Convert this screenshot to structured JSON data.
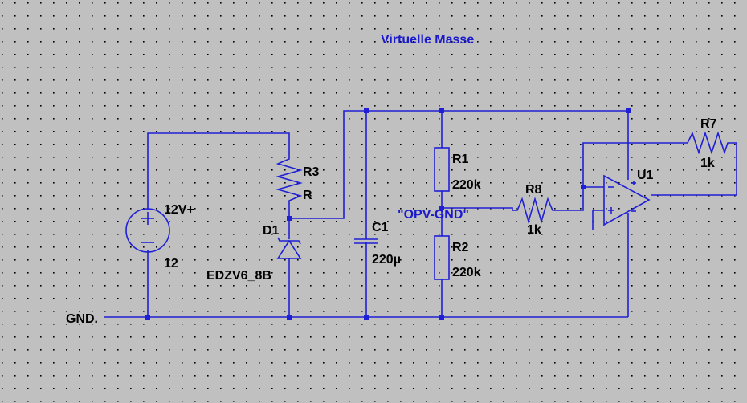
{
  "title": "Virtuelle Masse",
  "net_labels": {
    "opv_gnd": "\"OPV-GND\"",
    "gnd": "GND."
  },
  "components": {
    "source": {
      "name": "12V+",
      "value": "12"
    },
    "r3": {
      "name": "R3",
      "value": "R"
    },
    "d1": {
      "name": "D1",
      "value": "EDZV6_8B"
    },
    "c1": {
      "name": "C1",
      "value": "220µ"
    },
    "r1": {
      "name": "R1",
      "value": "220k"
    },
    "r2": {
      "name": "R2",
      "value": "220k"
    },
    "r8": {
      "name": "R8",
      "value": "1k"
    },
    "u1": {
      "name": "U1"
    },
    "r7": {
      "name": "R7",
      "value": "1k"
    }
  },
  "colors": {
    "background": "#c0c0c0",
    "wire": "#1f1fd6",
    "label": "#000000",
    "net_label": "#1a1acc"
  }
}
